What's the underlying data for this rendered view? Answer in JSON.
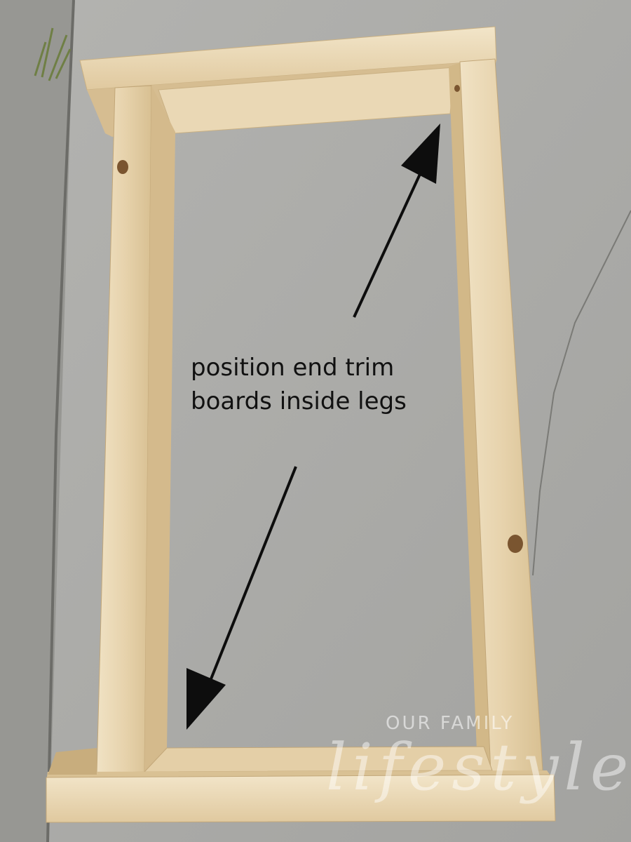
{
  "photo": {
    "subject": "wooden frame of 2x4 boards on concrete",
    "colors": {
      "concrete": "#a9a9a6",
      "concrete_dark": "#8f8f8b",
      "wood_light": "#ecdcbc",
      "wood_mid": "#dcc69e",
      "wood_shadow": "#b59a6c",
      "knot": "#7a5530",
      "arrow": "#0d0d0d"
    }
  },
  "annotation": {
    "line1": "position end trim",
    "line2": "boards inside legs"
  },
  "watermark": {
    "top_text": "OUR FAMILY",
    "script_text": "lifestyle"
  }
}
